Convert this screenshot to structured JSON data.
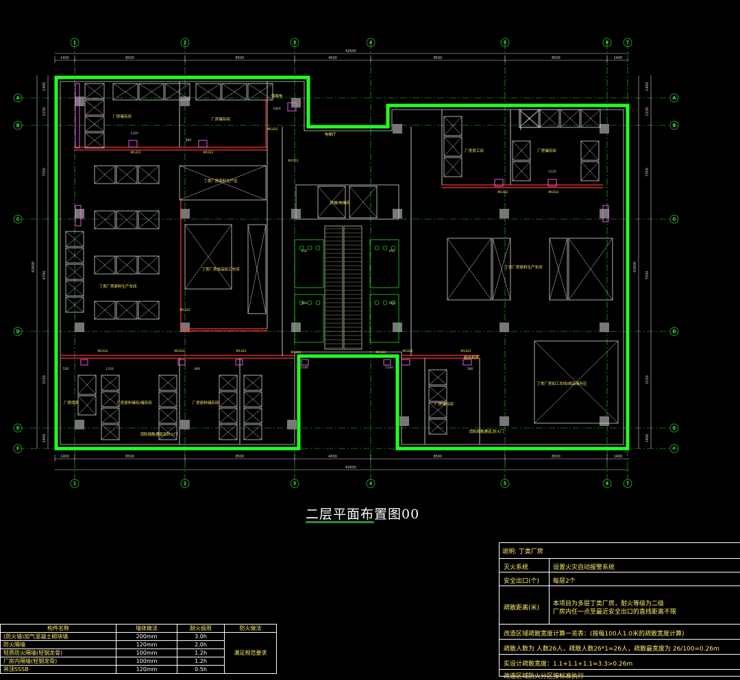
{
  "drawing": {
    "title": "二层平面布置图00",
    "axes_top": [
      1,
      2,
      3,
      4,
      5,
      6,
      7
    ],
    "axes_side": [
      "A",
      "B",
      "C",
      "D",
      "E",
      "F"
    ],
    "dims_top": [
      "1400",
      "8500",
      "8500",
      "4000",
      "8500",
      "8000",
      "1400"
    ],
    "dims_total": "42600",
    "dims_left": [
      "1400",
      "2150",
      "7350",
      "4700",
      "2150",
      "1400"
    ],
    "dims_right": [
      "1400",
      "2150",
      "7350",
      "7550",
      "2150",
      "1400"
    ],
    "rooms": [
      {
        "id": "r1",
        "label": "厂房储存间"
      },
      {
        "id": "r2",
        "label": "厂房储存间"
      },
      {
        "id": "r3",
        "label": "丁类厂房原料生产区"
      },
      {
        "id": "r4",
        "label": "丁类厂房成品加工车间"
      },
      {
        "id": "r5",
        "label": "丁类厂房原料生产车间"
      },
      {
        "id": "r6",
        "label": "厂房员工间"
      },
      {
        "id": "r7",
        "label": "厂房储存间"
      },
      {
        "id": "r8",
        "label": "丁类厂房原料生产车间"
      },
      {
        "id": "r9",
        "label": "丁类厂房加工车间/成品储存区"
      },
      {
        "id": "r10",
        "label": "厂房库房"
      },
      {
        "id": "r11",
        "label": "厂房原料储存/储存间"
      },
      {
        "id": "r12",
        "label": "厂房原料储存间"
      },
      {
        "id": "r13",
        "label": "厂房储存间"
      },
      {
        "id": "r14",
        "label": "新风机房"
      },
      {
        "id": "r15",
        "label": "电梯厅"
      },
      {
        "id": "r16",
        "label": "货梯/电梯间"
      },
      {
        "id": "r17",
        "label": "强弱电"
      },
      {
        "id": "r18",
        "label": "消防疏散通道及防火门"
      },
      {
        "id": "r19",
        "label": "消防疏散通道,防火门"
      }
    ],
    "door_tags": [
      "M1422",
      "M1022",
      "M1422",
      "M1022",
      "M1422",
      "M1022",
      "M1422",
      "M1022",
      "M1422",
      "M1022",
      "M1422",
      "M1022",
      "M1422",
      "M1022"
    ],
    "dim_tags": [
      "1320",
      "860",
      "1820",
      "1535",
      "950",
      "950",
      "950",
      "950",
      "1140",
      "1140",
      "1320",
      "860",
      "550",
      "580"
    ]
  },
  "notes": {
    "header": "说明: 丁类厂房",
    "rows": [
      {
        "k": "灭火系统",
        "v": "设置火灾自动报警系统"
      },
      {
        "k": "安全出口(个)",
        "v": "每层2个"
      },
      {
        "k": "疏散距离(米)",
        "v": "本项目为多层丁类厂房，耐火等级为二级\n厂房内任一点至最近安全出口的直线距离不限"
      },
      {
        "k": "",
        "v": "改造区域疏散宽度计算一览表：(按每100人1.0米的疏散宽度计算)"
      },
      {
        "k": "",
        "v": "疏散人数为 人数26人，疏散人数26*1=26人，疏散最宽度为 26/100=0.26m"
      },
      {
        "k": "",
        "v": "实设计疏散宽度：1.1+1.1+1.1=3.3>0.26m"
      },
      {
        "k": "",
        "v": "改造区域防火分区按标准执行"
      }
    ]
  },
  "legend": {
    "headers": [
      "构件名称",
      "墙体做法",
      "耐火极限",
      "防火做法"
    ],
    "rows": [
      {
        "name": "(防火墙)加气混凝土砌块墙",
        "thick": "200mm",
        "fire": "3.0h"
      },
      {
        "name": "防火隔墙",
        "thick": "120mm",
        "fire": "2.0h"
      },
      {
        "name": "轻质防火隔墙(轻钢龙骨)",
        "thick": "100mm",
        "fire": "1.2h"
      },
      {
        "name": "厂房内隔墙(轻钢龙骨)",
        "thick": "100mm",
        "fire": "1.2h"
      },
      {
        "name": "吊顶SSSB",
        "thick": "120mm",
        "fire": "0.5h"
      }
    ],
    "side_note": "满足规范要求"
  },
  "colors": {
    "wall": "#22ff22",
    "line": "#d8d8d8",
    "axis": "#33cc33",
    "partition": "#ff3333",
    "door": "#ff66ff",
    "text": "#ffee66",
    "column": "#777777"
  }
}
